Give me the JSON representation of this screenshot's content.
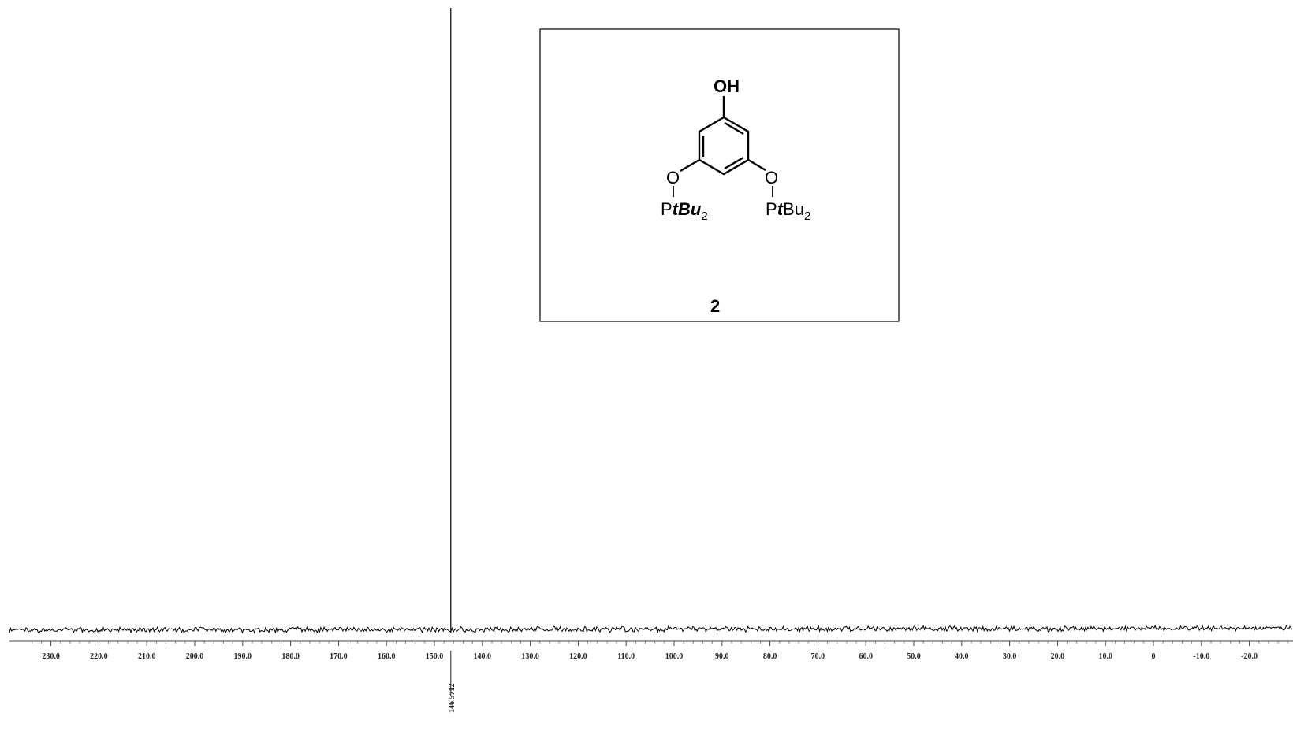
{
  "chart_data": {
    "type": "line",
    "title": "",
    "xlabel": "",
    "ylabel": "",
    "x_axis_reversed": true,
    "xlim": [
      235,
      -28
    ],
    "ticks": [
      230,
      220,
      210,
      200,
      190,
      180,
      170,
      160,
      150,
      140,
      130,
      120,
      110,
      100,
      90,
      80,
      70,
      60,
      50,
      40,
      30,
      20,
      10,
      0,
      -10,
      -20
    ],
    "tick_labels": [
      "230.0",
      "220.0",
      "210.0",
      "200.0",
      "190.0",
      "180.0",
      "170.0",
      "160.0",
      "150.0",
      "140.0",
      "130.0",
      "120.0",
      "110.0",
      "100.0",
      "90.0",
      "80.0",
      "70.0",
      "60.0",
      "50.0",
      "40.0",
      "30.0",
      "20.0",
      "10.0",
      "0",
      "-10.0",
      "-20.0"
    ],
    "grid": false,
    "series": [
      {
        "peaks": [
          {
            "x": 146.5712,
            "label": "146.5712",
            "relative_intensity": 1.0
          }
        ]
      }
    ],
    "trace_color": "#000000"
  },
  "inset": {
    "structure": {
      "hydroxyl_label": "OH",
      "left_oxygen": "O",
      "right_oxygen": "O",
      "left_group": {
        "prefix": "P",
        "italic": "tBu",
        "subscript": "2"
      },
      "right_group": {
        "prefix": "P",
        "italic": "t",
        "suffix": "Bu",
        "subscript": "2"
      }
    },
    "compound_number": "2"
  }
}
